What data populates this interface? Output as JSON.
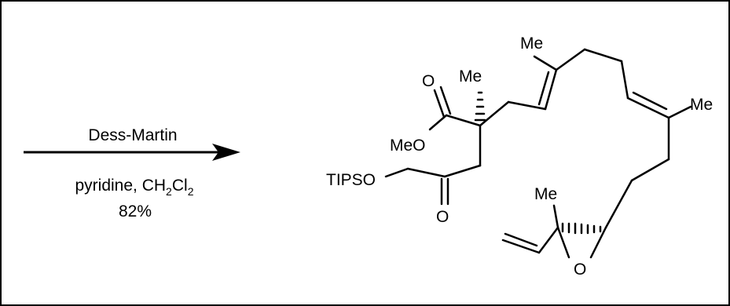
{
  "reaction": {
    "reagent": "Dess-Martin",
    "conditions_prefix": "pyridine, CH",
    "sub_2a": "2",
    "conditions_cl": "Cl",
    "sub_2b": "2",
    "yield": "82%"
  },
  "product": {
    "labels": {
      "me_top": "Me",
      "me_right": "Me",
      "me_quat": "Me",
      "me_epox": "Me",
      "carbonyl_o": "O",
      "ester_ome": "MeO",
      "tipso": "TIPSO",
      "ketone_o": "O",
      "epoxide_o": "O"
    }
  }
}
